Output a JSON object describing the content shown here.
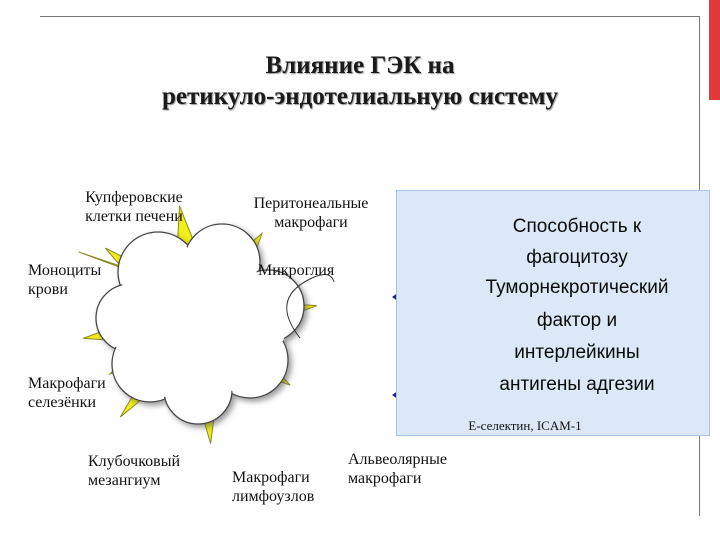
{
  "slide": {
    "title_line1": "Влияние ГЭК на",
    "title_line2": "ретикуло-эндотелиальную систему"
  },
  "cells": {
    "kupffer_line1": "Купферовские",
    "kupffer_line2": "клетки печени",
    "peritoneal_line1": "Перитонеальные",
    "peritoneal_line2": "макрофаги",
    "monocytes_line1": "Моноциты",
    "monocytes_line2": "крови",
    "microglia": "Микроглия",
    "spleen_line1": "Макрофаги",
    "spleen_line2": "селезёнки",
    "mesangium_line1": "Клубочковый",
    "mesangium_line2": "мезангиум",
    "lymph_line1": "Макрофаги",
    "lymph_line2": "лимфоузлов",
    "alveolar_line1": "Альвеолярные",
    "alveolar_line2": "макрофаги"
  },
  "effects": {
    "line1": "Способность к",
    "line2": "фагоцитозу",
    "line3": "Туморнекротический",
    "line4": "фактор и",
    "line5": "интерлейкины",
    "line6": "антигены адгезии",
    "note": "Е-селектин, ICAM-1"
  },
  "colors": {
    "arrow": "#1c2680",
    "star": "#f2ee1a",
    "cloud": "#ffffff",
    "effects_box": "#dce8f8",
    "accent_strip": "#e03a3a"
  },
  "icons": {
    "arrow1": "up-arrow",
    "arrow2": "left-right-arrow",
    "arrow3": "left-right-arrow"
  }
}
